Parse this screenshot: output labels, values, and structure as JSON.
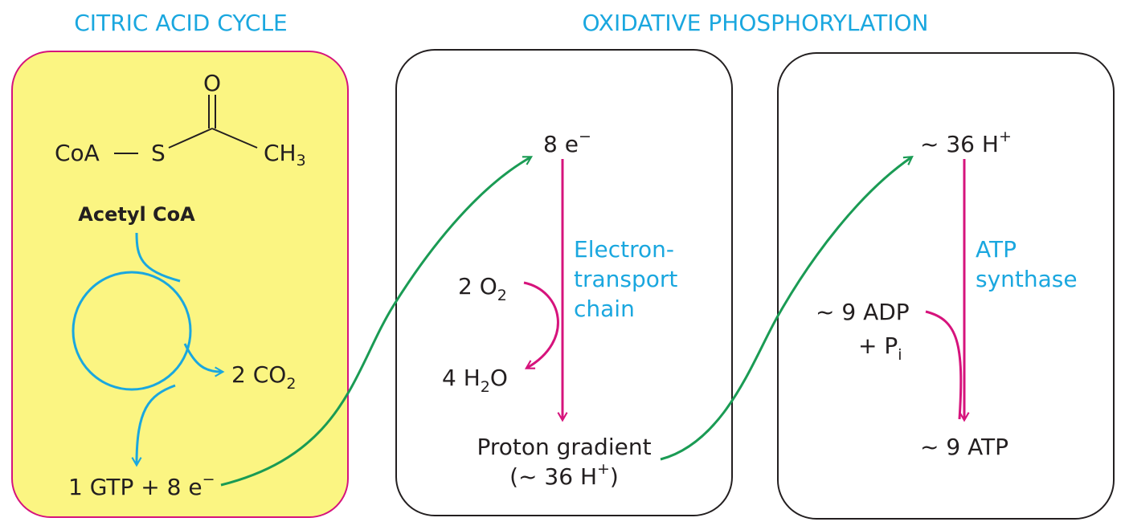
{
  "headings": {
    "citric_acid_cycle": "CITRIC ACID CYCLE",
    "oxidative_phosphorylation": "OXIDATIVE PHOSPHORYLATION"
  },
  "citric_panel": {
    "structure": {
      "coa": "CoA",
      "sulfur": "S",
      "oxygen": "O",
      "methyl": "CH",
      "methyl_subscript": "3"
    },
    "acetyl_coa": "Acetyl CoA",
    "co2_output": {
      "coefficient": "2 CO",
      "subscript": "2"
    },
    "gtp_output": {
      "text": "1 GTP + 8 e",
      "superscript": "−"
    }
  },
  "etc_panel": {
    "electrons_in": {
      "text": "8 e",
      "superscript": "−"
    },
    "process_label": [
      "Electron-",
      "transport",
      "chain"
    ],
    "oxygen_in": {
      "text": "2 O",
      "subscript": "2"
    },
    "water_out": {
      "prefix": "4 H",
      "subscript": "2",
      "suffix": "O"
    },
    "output_line1": "Proton gradient",
    "output_line2": {
      "prefix": "(~ 36 H",
      "superscript": "+",
      "suffix": ")"
    }
  },
  "synthase_panel": {
    "protons_in": {
      "text": "~ 36 H",
      "superscript": "+"
    },
    "process_label": [
      "ATP",
      "synthase"
    ],
    "adp_in": "~ 9 ADP",
    "pi_in": {
      "text": "+ P",
      "subscript": "i"
    },
    "atp_out": "~ 9 ATP"
  },
  "colors": {
    "heading": "#1aa7df",
    "cycle_arrow": "#1aa7df",
    "process_arrow": "#d6137c",
    "transfer_arrow": "#1a9b54",
    "citric_fill": "#fbf582",
    "citric_border": "#d6137c",
    "panel_border": "#231f20",
    "text": "#231f20"
  }
}
